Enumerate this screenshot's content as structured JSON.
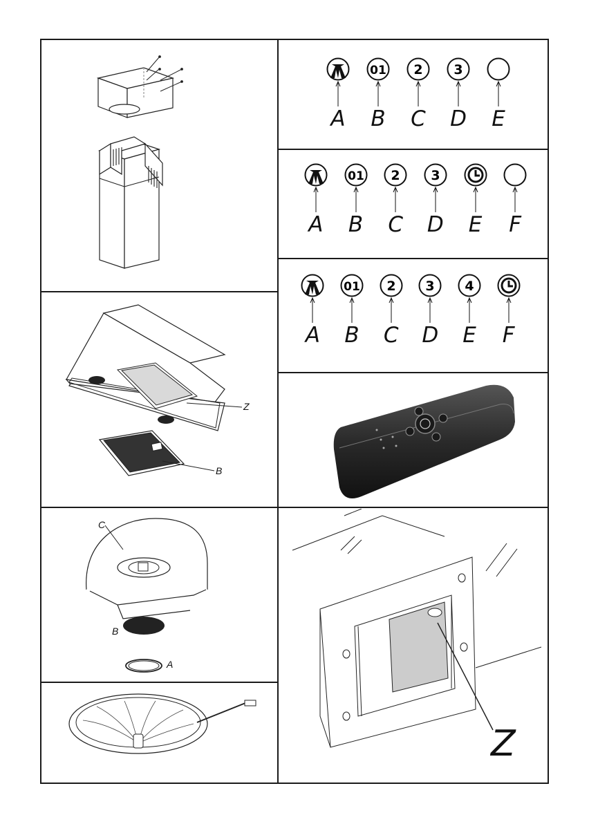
{
  "panel_controls_1": [
    {
      "letter": "A",
      "icon": "light-icon"
    },
    {
      "letter": "B",
      "icon": "power-speed-1-icon",
      "label": "01"
    },
    {
      "letter": "C",
      "icon": "speed-2-icon",
      "label": "2"
    },
    {
      "letter": "D",
      "icon": "speed-3-icon",
      "label": "3"
    },
    {
      "letter": "E",
      "icon": "blank-button-icon"
    }
  ],
  "panel_controls_2": [
    {
      "letter": "A",
      "icon": "light-icon"
    },
    {
      "letter": "B",
      "icon": "power-speed-1-icon",
      "label": "01"
    },
    {
      "letter": "C",
      "icon": "speed-2-icon",
      "label": "2"
    },
    {
      "letter": "D",
      "icon": "speed-3-icon",
      "label": "3"
    },
    {
      "letter": "E",
      "icon": "timer-icon"
    },
    {
      "letter": "F",
      "icon": "blank-button-icon"
    }
  ],
  "panel_controls_3": [
    {
      "letter": "A",
      "icon": "light-icon"
    },
    {
      "letter": "B",
      "icon": "power-speed-1-icon",
      "label": "01"
    },
    {
      "letter": "C",
      "icon": "speed-2-icon",
      "label": "2"
    },
    {
      "letter": "D",
      "icon": "speed-3-icon",
      "label": "3"
    },
    {
      "letter": "E",
      "icon": "speed-4-icon",
      "label": "4"
    },
    {
      "letter": "F",
      "icon": "timer-icon"
    }
  ],
  "callouts": {
    "hood_filter_slot": "Z",
    "hood_filter_grease": "B",
    "lamp_cover_c": "C",
    "lamp_glass_b": "B",
    "lamp_ring_a": "A",
    "insert_filter_z": "Z"
  }
}
